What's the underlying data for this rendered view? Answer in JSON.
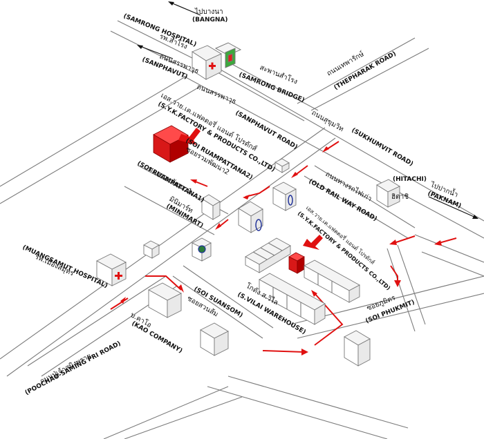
{
  "labels": {
    "bangna_th": "ไปบางนา",
    "bangna_en": "(BANGNA)",
    "samrong_hosp_th": "รพ.สำโรง",
    "samrong_hosp_en": "(SAMRONG HOSPITAL)",
    "sanphavut_th": "ถนนสรรพาวุธ",
    "sanphavut_en": "(SANPHAVUT)",
    "samrong_bridge_th": "สะพานสำโรง",
    "samrong_bridge_en": "(SAMRONG BRIDGE)",
    "sanphavut_rd_th": "ถนนสรรพาวุธ",
    "sanphavut_rd_en": "(SANPHAVUT ROAD)",
    "thepharak_th": "ถนนเทพารักษ์",
    "thepharak_en": "(THEPHARAK ROAD)",
    "sukhumvit_th": "ถนนสุขุมวิท",
    "sukhumvit_en": "(SUKHUMVIT ROAD)",
    "syk_top_th": "เอส.วาย.เค.แฟคตอรี่ แอนด์ โปรดักส์",
    "syk_top_en": "(S.Y.K.FACTORY & PRODUCTS CO.,LTD)",
    "ruampattana2_en": "(SOI RUAMPATTANA2)",
    "ruampattana2_th": "ซอยรวมพัฒนา2",
    "ruampattana1_th": "ซอยรวมพัฒนา1",
    "ruampattana1_en": "(SOI RUAMPATTANA1)",
    "minimart_th": "มินิมาร์ท",
    "minimart_en": "(MINIMART)",
    "oldrail_th": "ถนนทางรถไฟเก่า",
    "oldrail_en": "(OLD RAIL WAY ROAD)",
    "hitachi_en": "(HITACHI)",
    "hitachi_th": "ฮิตาชิ",
    "paknam_th": "ไปปากน้ำ",
    "paknam_en": "(PAKNAM)",
    "syk_mid_th": "เอส.วาย.เค.แฟคตอรี่ แอนด์ โปรดักส์",
    "syk_mid_en": "(S.Y.K.FACTORY & PRODUCTS CO.,LTD)",
    "muangsamut_th": "รพ.เมืองสมุทร",
    "muangsamut_en": "(MUANGSAMUT HOSPITAL)",
    "suansom_en": "(SOI SUANSOM)",
    "suansom_th": "ซอยสวนส้ม",
    "kao_th": "บ.คาโอ",
    "kao_en": "(KAO COMPANY)",
    "vilai_th": "โกดัง ส.วิไล",
    "vilai_en": "(S.VILAI WAREHOUSE)",
    "phukmit_th": "ซอยภูมิตร",
    "phukmit_en": "(SOI PHUKMIT)",
    "poochao_th": "ถนนปู่เจ้าสมิงพราย",
    "poochao_en": "(POOCHAO-SAMING PRI ROAD)"
  },
  "colors": {
    "route": "#e01010",
    "factory": "#d81818",
    "road": "#7a7a7a"
  }
}
